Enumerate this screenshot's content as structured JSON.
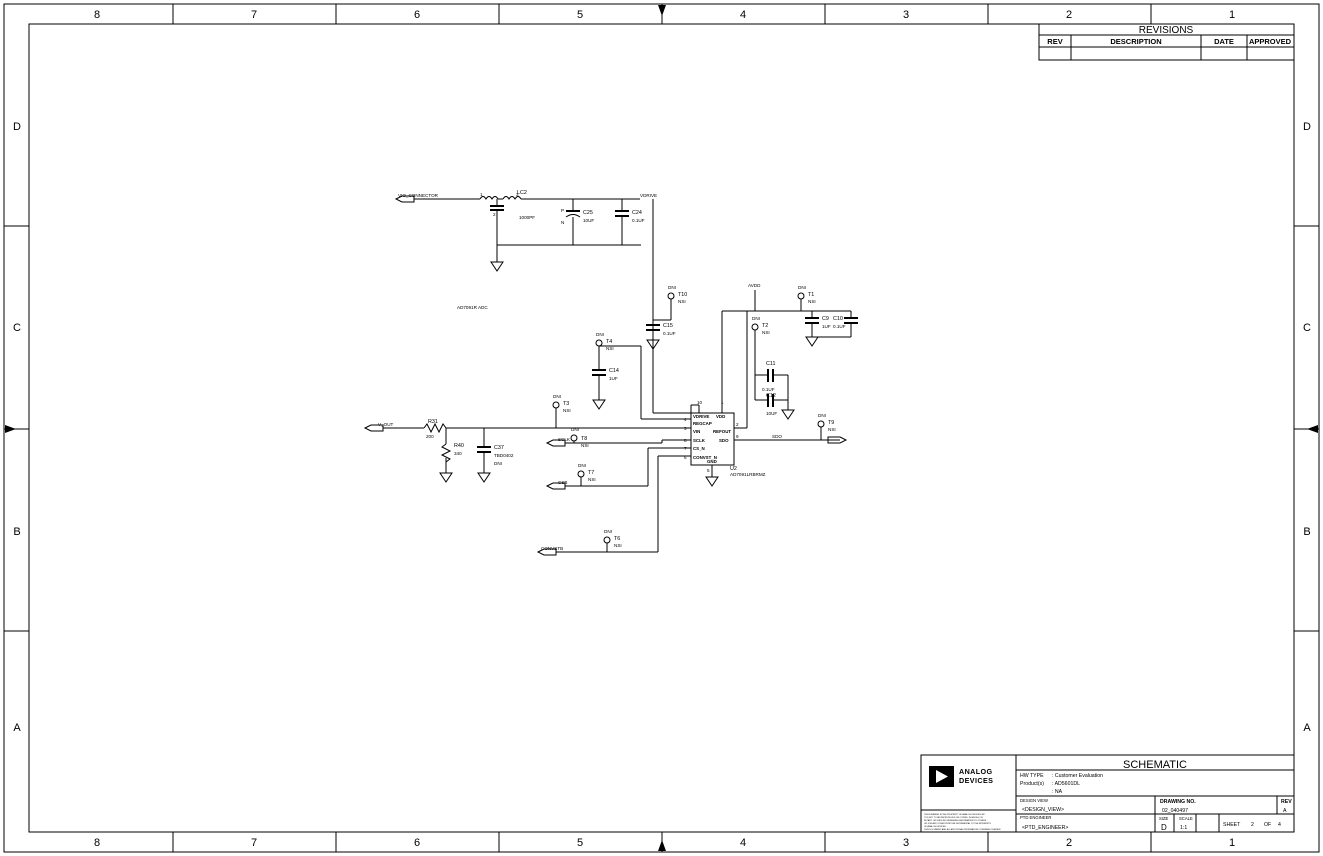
{
  "sheet": {
    "border": {
      "zones_horizontal": [
        "8",
        "7",
        "6",
        "5",
        "4",
        "3",
        "2",
        "1"
      ],
      "zones_vertical": [
        "D",
        "C",
        "B",
        "A"
      ]
    }
  },
  "revisions": {
    "title": "REVISIONS",
    "columns": [
      "REV",
      "DESCRIPTION",
      "DATE",
      "APPROVED"
    ],
    "rows": []
  },
  "title_block": {
    "company_line1": "ANALOG",
    "company_line2": "DEVICES",
    "document_title": "SCHEMATIC",
    "hw_type_label": "HW TYPE",
    "hw_type_value": ": Customer Evaluation",
    "product_label": "Product(s)",
    "product_value": ": AD5601DL",
    "product_extra": ": NA",
    "design_view_label": "DESIGN VIEW",
    "design_view_value": "<DESIGN_VIEW>",
    "ptd_engineer_label": "PTD ENGINEER",
    "ptd_engineer_value": "<PTD_ENGINEER>",
    "drawing_no_label": "DRAWING NO.",
    "drawing_no_value": "02_040497",
    "rev_label": "REV",
    "rev_value": "A",
    "size_label": "SIZE",
    "size_value": "D",
    "scale_label": "SCALE",
    "scale_value": "1:1",
    "sheet_label": "SHEET",
    "sheet_value": "2",
    "of_label": "OF",
    "of_value": "4",
    "legal": [
      "THIS DRAWING IS THE PROPERTY OF ANALOG DEVICES INC.",
      "IT IS NOT TO BE REPRODUCED OR COPIED, IN WHOLE OR",
      "IN PART, OR USED IN FURNISHING INFORMATION TO OTHERS",
      "OR FOR ANY OTHER PURPOSE DETRIMENTAL TO THE INTERESTS",
      "OF ANALOG DEVICES.",
      "THIS DOCUMENT AND ALL ADDITIONAL INFORMATION CONTAINED THEREIN",
      "IS SUBJECT TO THE TERMS OF THE NON-DISCLOSURE AGREEMENT."
    ]
  },
  "schematic": {
    "block_note": "AD7091R ADC",
    "nets": {
      "vio_connector": "VIO_CONNECTOR",
      "vdrive": "VDRIVE",
      "v_out": "V_OUT",
      "sclk": "SCLK",
      "csb": "CSB",
      "convstb": "CONVSTB",
      "sdo": "SDO",
      "avdd": "AVDD",
      "dni": "DNI"
    },
    "ic": {
      "refdes": "U2",
      "part": "AD7091LRBRMZ",
      "pins_left": [
        {
          "num": "4",
          "name": "REGCAP"
        },
        {
          "num": "3",
          "name": "VIN"
        },
        {
          "num": "8",
          "name": "SCLK"
        },
        {
          "num": "7",
          "name": "CS_N"
        },
        {
          "num": "6",
          "name": "CONVST_N"
        }
      ],
      "pins_right": [
        {
          "num": "2",
          "name": "REFOUT"
        },
        {
          "num": "9",
          "name": "SDO"
        }
      ],
      "pins_top": [
        {
          "num": "10",
          "name": "VDRIVE"
        },
        {
          "num": "1",
          "name": "VDD"
        }
      ],
      "pins_bottom": [
        {
          "num": "5",
          "name": "GND"
        }
      ]
    },
    "inductor": {
      "refdes": "LC2",
      "value": "1000PF",
      "pin1": "1",
      "pin2": "2",
      "pin3": "3"
    },
    "capacitors": [
      {
        "refdes": "C25",
        "value": "10UF",
        "polarity_p": "P",
        "polarity_n": "N"
      },
      {
        "refdes": "C24",
        "value": "0.1UF"
      },
      {
        "refdes": "C15",
        "value": "0.1UF"
      },
      {
        "refdes": "C14",
        "value": "1UF"
      },
      {
        "refdes": "C9",
        "value": "1UF"
      },
      {
        "refdes": "C10",
        "value": "0.1UF"
      },
      {
        "refdes": "C11",
        "value": "0.1UF"
      },
      {
        "refdes": "C12",
        "value": "10UF"
      },
      {
        "refdes": "C37",
        "value": "TBD0402",
        "note": "DNI"
      }
    ],
    "resistors": [
      {
        "refdes": "R31",
        "value": "200"
      },
      {
        "refdes": "R40",
        "value": "340"
      }
    ],
    "testpoints": [
      {
        "refdes": "T1",
        "value": "NSI",
        "note": "DNI"
      },
      {
        "refdes": "T2",
        "value": "NSI",
        "note": "DNI"
      },
      {
        "refdes": "T3",
        "value": "NSI",
        "note": "DNI"
      },
      {
        "refdes": "T4",
        "value": "NSI",
        "note": "DNI"
      },
      {
        "refdes": "T6",
        "value": "NSI",
        "note": "DNI"
      },
      {
        "refdes": "T7",
        "value": "NSI",
        "note": "DNI"
      },
      {
        "refdes": "T8",
        "value": "NSI",
        "note": "DNI"
      },
      {
        "refdes": "T9",
        "value": "NSI",
        "note": "DNI"
      },
      {
        "refdes": "T10",
        "value": "NSI",
        "note": "DNI"
      }
    ]
  }
}
